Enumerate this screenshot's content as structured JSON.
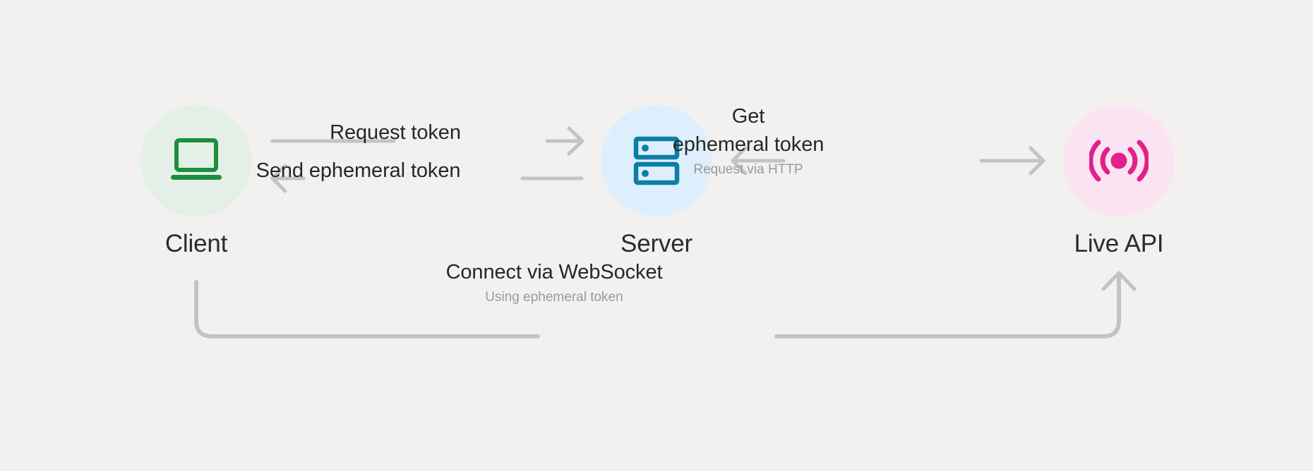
{
  "diagram": {
    "title": "Live API ephemeral token authentication flow",
    "background_color": "#f2f1ef",
    "nodes": [
      {
        "id": "client",
        "label": "Client",
        "icon": "laptop-icon",
        "circle_color": "#e4f0e7",
        "icon_color": "#1e8e3e"
      },
      {
        "id": "server",
        "label": "Server",
        "icon": "server-icon",
        "circle_color": "#ddeffc",
        "icon_color": "#0b7fa8"
      },
      {
        "id": "live-api",
        "label": "Live API",
        "icon": "broadcast-signal-icon",
        "circle_color": "#fce3f1",
        "icon_color": "#e0218a"
      }
    ],
    "connections": [
      {
        "id": "request-token",
        "label": "Request token",
        "sublabel": "",
        "from": "client",
        "to": "server",
        "direction": "right"
      },
      {
        "id": "send-ephemeral-token",
        "label": "Send ephemeral token",
        "sublabel": "",
        "from": "server",
        "to": "client",
        "direction": "left"
      },
      {
        "id": "get-ephemeral-token",
        "label_line1": "Get",
        "label_line2": "ephemeral token",
        "sublabel": "Request via HTTP",
        "from": "server",
        "to": "live-api",
        "direction": "bidirectional"
      },
      {
        "id": "connect-websocket",
        "label": "Connect via WebSocket",
        "sublabel": "Using ephemeral token",
        "from": "client",
        "to": "live-api",
        "direction": "right"
      }
    ],
    "line_color": "#c3c3c3",
    "text_color": "#272727",
    "sub_text_color": "#9a9a9a"
  }
}
